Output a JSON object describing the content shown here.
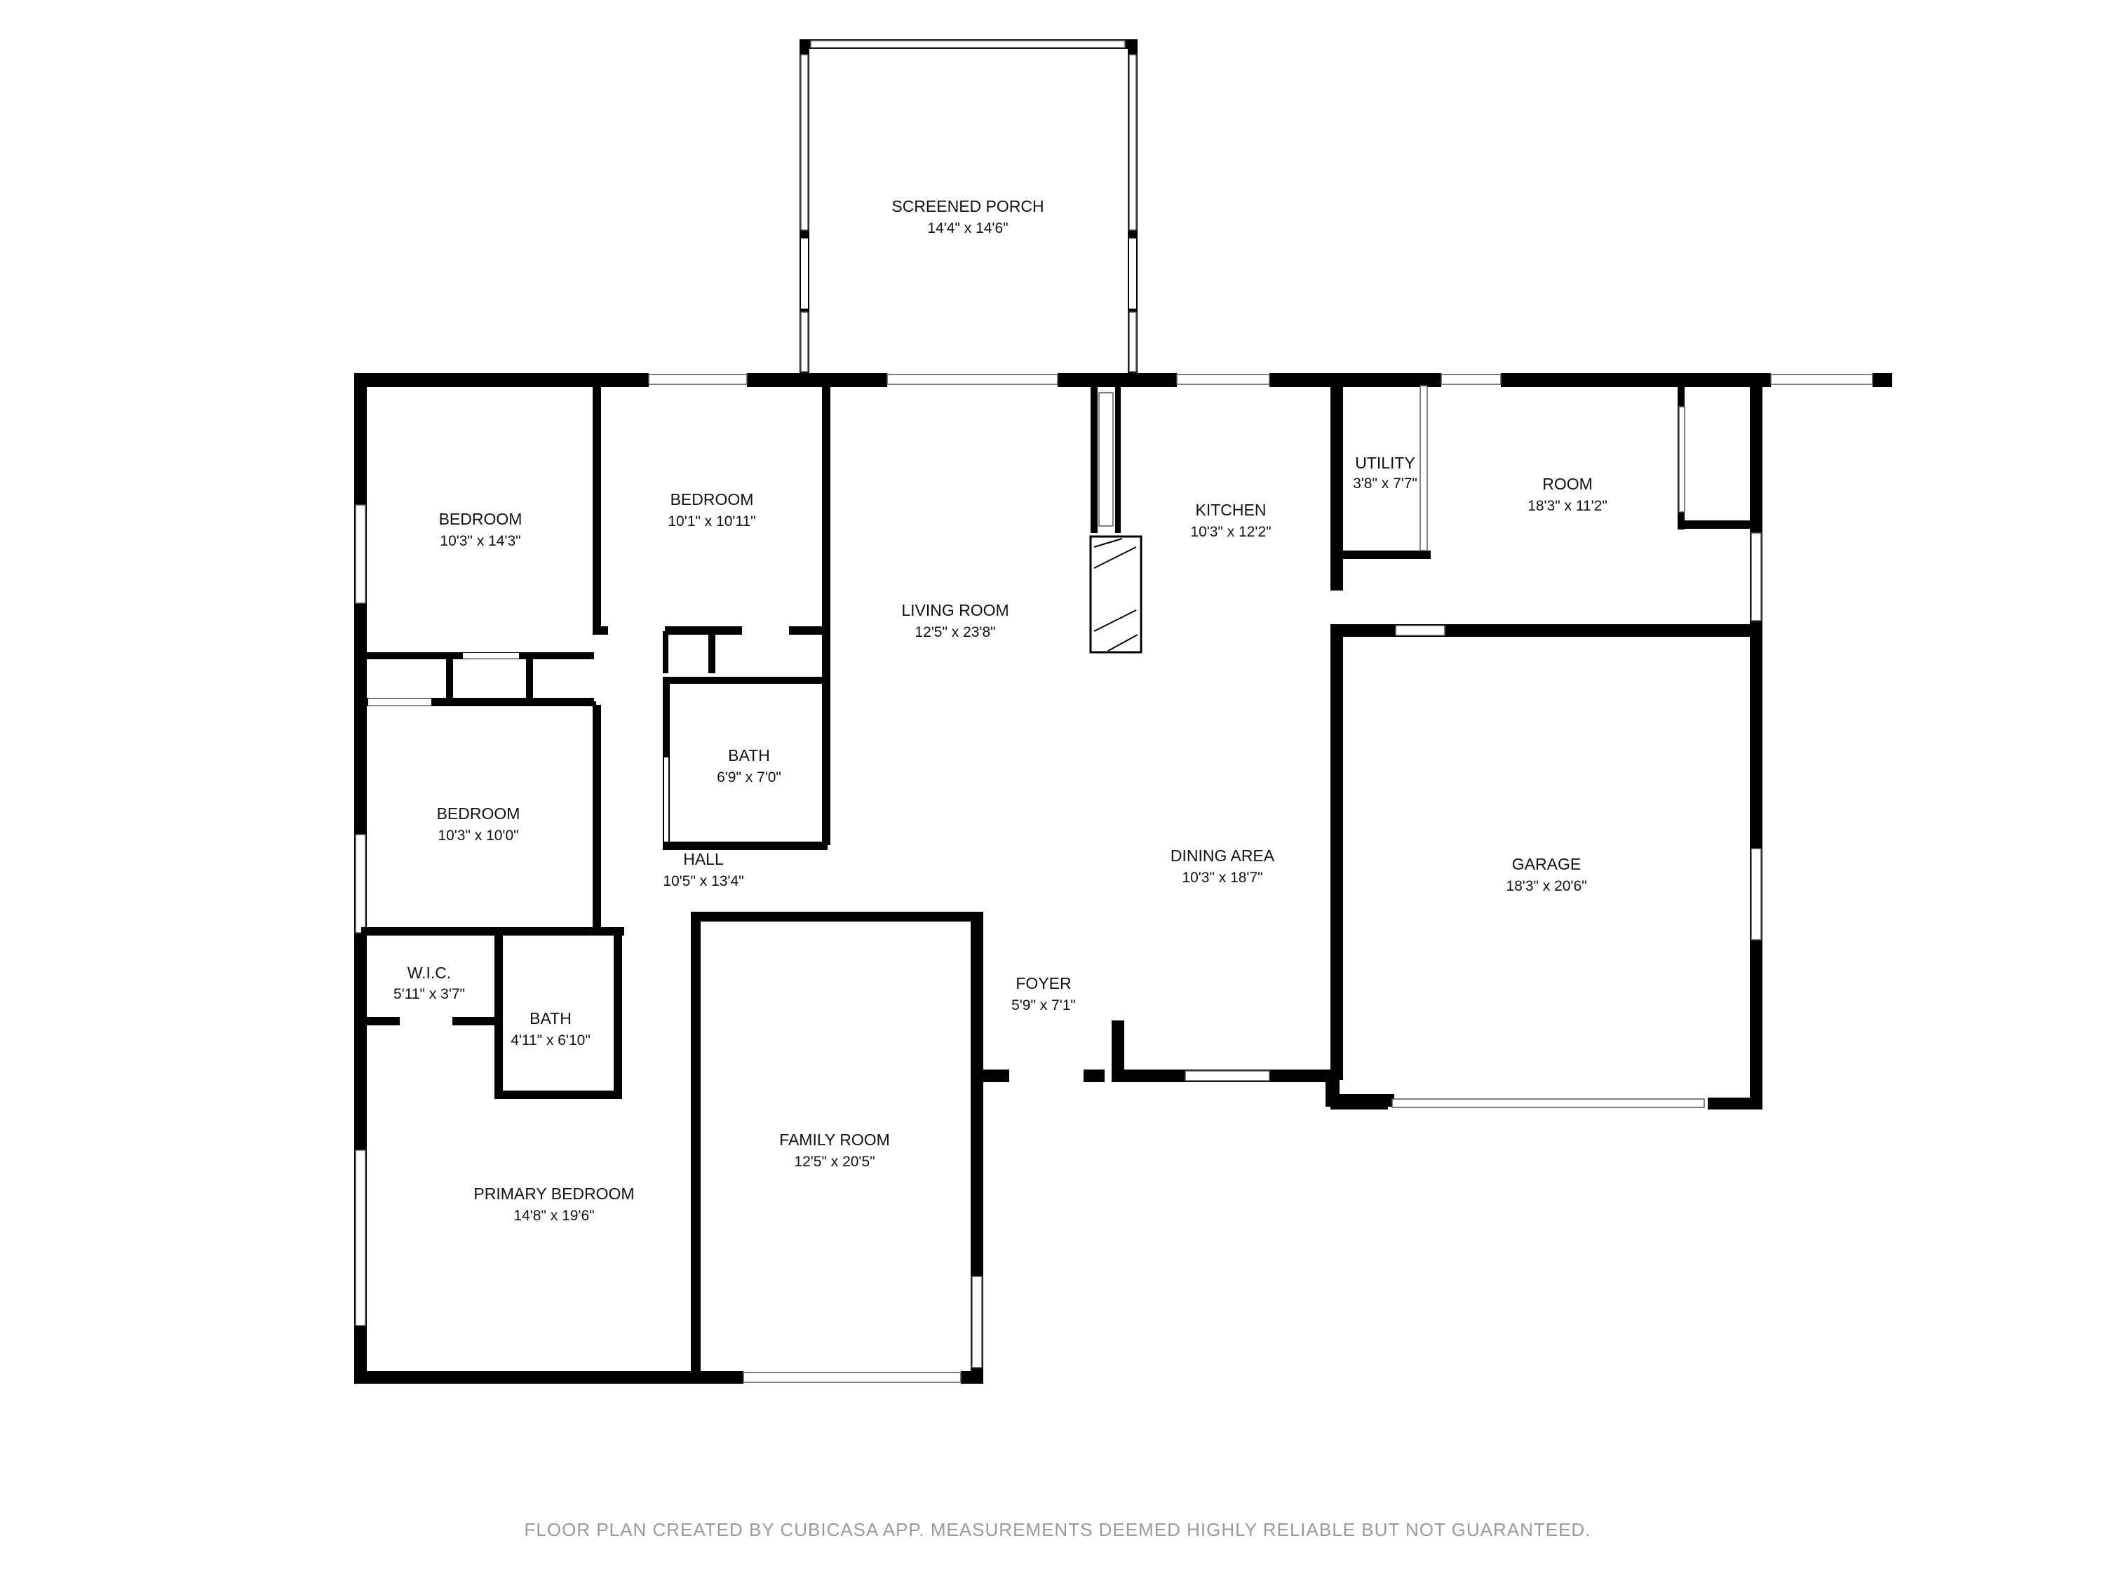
{
  "rooms": {
    "screened_porch": {
      "label": "SCREENED PORCH",
      "dims": "14'4\" x 14'6\""
    },
    "bedroom_nw": {
      "label": "BEDROOM",
      "dims": "10'3\" x 14'3\""
    },
    "bedroom_n": {
      "label": "BEDROOM",
      "dims": "10'1\" x 10'11\""
    },
    "living_room": {
      "label": "LIVING ROOM",
      "dims": "12'5\" x 23'8\""
    },
    "kitchen": {
      "label": "KITCHEN",
      "dims": "10'3\" x 12'2\""
    },
    "utility": {
      "label": "UTILITY",
      "dims": "3'8\" x 7'7\""
    },
    "room": {
      "label": "ROOM",
      "dims": "18'3\" x 11'2\""
    },
    "bath_hall": {
      "label": "BATH",
      "dims": "6'9\" x 7'0\""
    },
    "bedroom_w": {
      "label": "BEDROOM",
      "dims": "10'3\" x 10'0\""
    },
    "hall": {
      "label": "HALL",
      "dims": "10'5\" x 13'4\""
    },
    "dining_area": {
      "label": "DINING AREA",
      "dims": "10'3\" x 18'7\""
    },
    "garage": {
      "label": "GARAGE",
      "dims": "18'3\" x 20'6\""
    },
    "wic": {
      "label": "W.I.C.",
      "dims": "5'11\" x 3'7\""
    },
    "bath_primary": {
      "label": "BATH",
      "dims": "4'11\" x 6'10\""
    },
    "foyer": {
      "label": "FOYER",
      "dims": "5'9\" x 7'1\""
    },
    "family_room": {
      "label": "FAMILY ROOM",
      "dims": "12'5\" x 20'5\""
    },
    "primary_bedroom": {
      "label": "PRIMARY BEDROOM",
      "dims": "14'8\" x 19'6\""
    }
  },
  "footer": {
    "disclaimer": "FLOOR PLAN CREATED BY CUBICASA APP. MEASUREMENTS DEEMED HIGHLY RELIABLE BUT NOT GUARANTEED."
  },
  "colors": {
    "wall": "#000000",
    "background": "#ffffff",
    "disclaimer_text": "#9a9a9a"
  }
}
